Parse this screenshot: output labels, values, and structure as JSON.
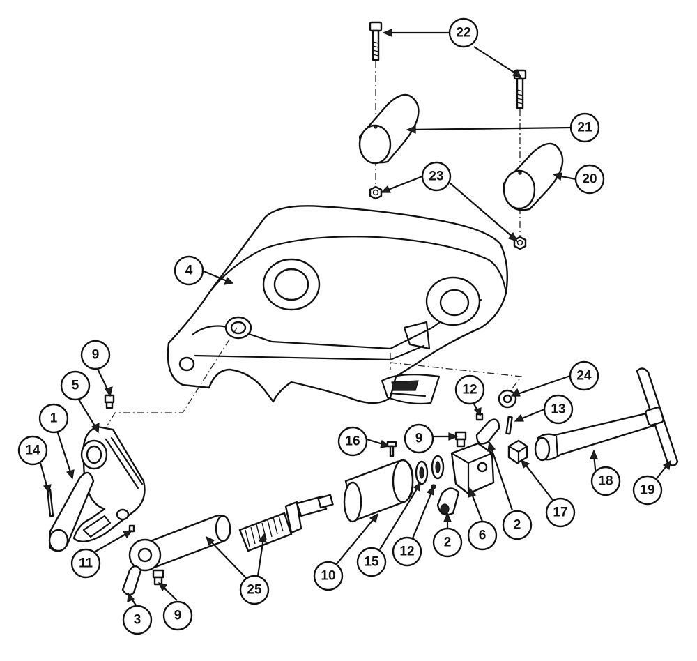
{
  "callouts": [
    {
      "id": "c22",
      "label": "22"
    },
    {
      "id": "c21",
      "label": "21"
    },
    {
      "id": "c20",
      "label": "20"
    },
    {
      "id": "c23",
      "label": "23"
    },
    {
      "id": "c4",
      "label": "4"
    },
    {
      "id": "c24",
      "label": "24"
    },
    {
      "id": "c9a",
      "label": "9"
    },
    {
      "id": "c5",
      "label": "5"
    },
    {
      "id": "c1",
      "label": "1"
    },
    {
      "id": "c14",
      "label": "14"
    },
    {
      "id": "c12a",
      "label": "12"
    },
    {
      "id": "c13",
      "label": "13"
    },
    {
      "id": "c19",
      "label": "19"
    },
    {
      "id": "c16",
      "label": "16"
    },
    {
      "id": "c9b",
      "label": "9"
    },
    {
      "id": "c18",
      "label": "18"
    },
    {
      "id": "c17",
      "label": "17"
    },
    {
      "id": "c2a",
      "label": "2"
    },
    {
      "id": "c6",
      "label": "6"
    },
    {
      "id": "c2b",
      "label": "2"
    },
    {
      "id": "c12b",
      "label": "12"
    },
    {
      "id": "c15",
      "label": "15"
    },
    {
      "id": "c10",
      "label": "10"
    },
    {
      "id": "c11",
      "label": "11"
    },
    {
      "id": "c25",
      "label": "25"
    },
    {
      "id": "c3",
      "label": "3"
    },
    {
      "id": "c9c",
      "label": "9"
    }
  ]
}
